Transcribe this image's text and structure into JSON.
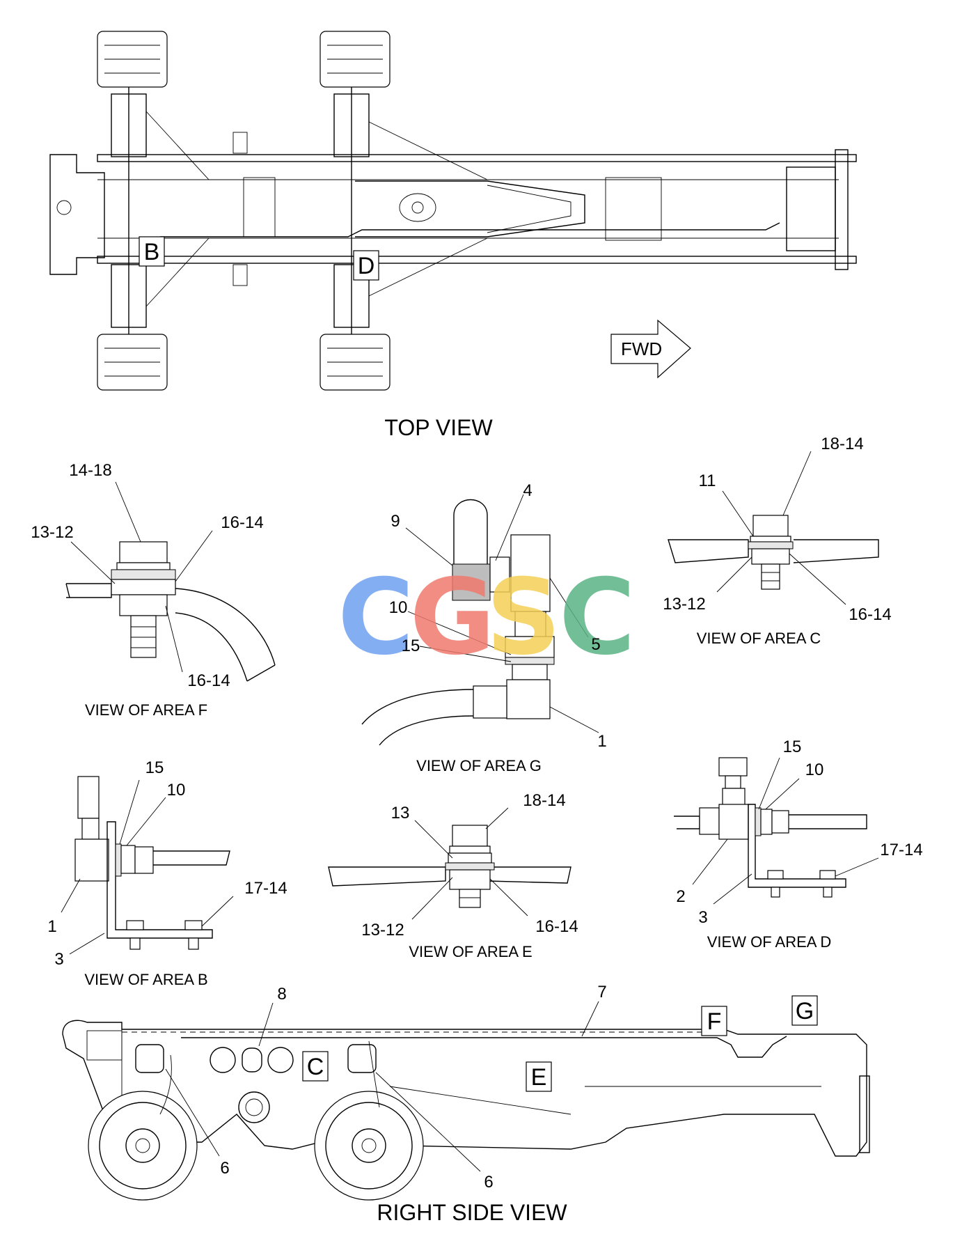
{
  "views": {
    "top": "TOP VIEW",
    "right_side": "RIGHT SIDE VIEW",
    "area_f": "VIEW OF AREA F",
    "area_g": "VIEW OF AREA G",
    "area_c": "VIEW OF AREA C",
    "area_b": "VIEW OF AREA B",
    "area_e": "VIEW OF AREA E",
    "area_d": "VIEW OF AREA D"
  },
  "direction_arrow": "FWD",
  "area_markers": {
    "b": "B",
    "d": "D",
    "c": "C",
    "e": "E",
    "f": "F",
    "g": "G"
  },
  "watermark": {
    "letters": [
      "C",
      "G",
      "S",
      "C"
    ],
    "colors": [
      "#6fa0f0",
      "#ef7a6e",
      "#f5cf55",
      "#5ab386"
    ]
  },
  "callouts": {
    "f": {
      "top": "14-18",
      "left": "13-12",
      "right": "16-14",
      "bottom": "16-14"
    },
    "g": {
      "c9": "9",
      "c4": "4",
      "c10": "10",
      "c15": "15",
      "c5": "5",
      "c1": "1"
    },
    "c": {
      "top": "18-14",
      "c11": "11",
      "left": "13-12",
      "right": "16-14"
    },
    "b": {
      "c15": "15",
      "c10": "10",
      "c17": "17-14",
      "c1": "1",
      "c3": "3"
    },
    "e": {
      "c13": "13",
      "c18": "18-14",
      "left": "13-12",
      "right": "16-14"
    },
    "d": {
      "c15": "15",
      "c10": "10",
      "c17": "17-14",
      "c2": "2",
      "c3": "3"
    },
    "side": {
      "c8": "8",
      "c7": "7",
      "c6a": "6",
      "c6b": "6"
    }
  }
}
